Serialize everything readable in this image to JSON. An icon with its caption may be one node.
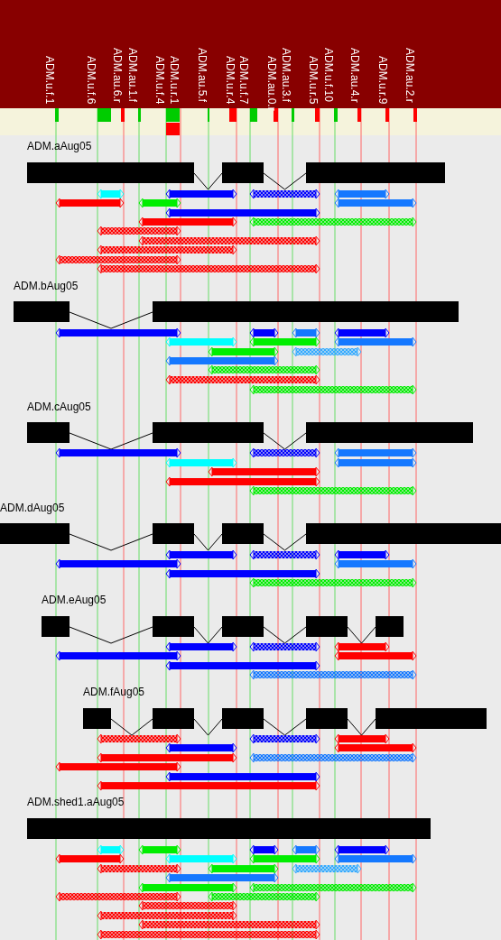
{
  "diagram": {
    "labels": [
      "ADM.u.f.1",
      "ADM.u.f.6",
      "ADM.au.6.r",
      "ADM.au.1.f",
      "ADM.u.f.4",
      "ADM.u.r.1",
      "ADM.au.5.f",
      "ADM.u.r.4",
      "ADM.u.f.7",
      "ADM.au.0.r",
      "ADM.au.3.f",
      "ADM.u.r.5",
      "ADM.u.f.10",
      "ADM.au.4.r",
      "ADM.u.r.9",
      "ADM.au.2.r",
      "ADM.aAug05",
      "ADM.bAug05",
      "ADM.cAug05",
      "ADM.dAug05",
      "ADM.eAug05",
      "ADM.fAug05",
      "ADM.shed1.aAug05"
    ]
  }
}
